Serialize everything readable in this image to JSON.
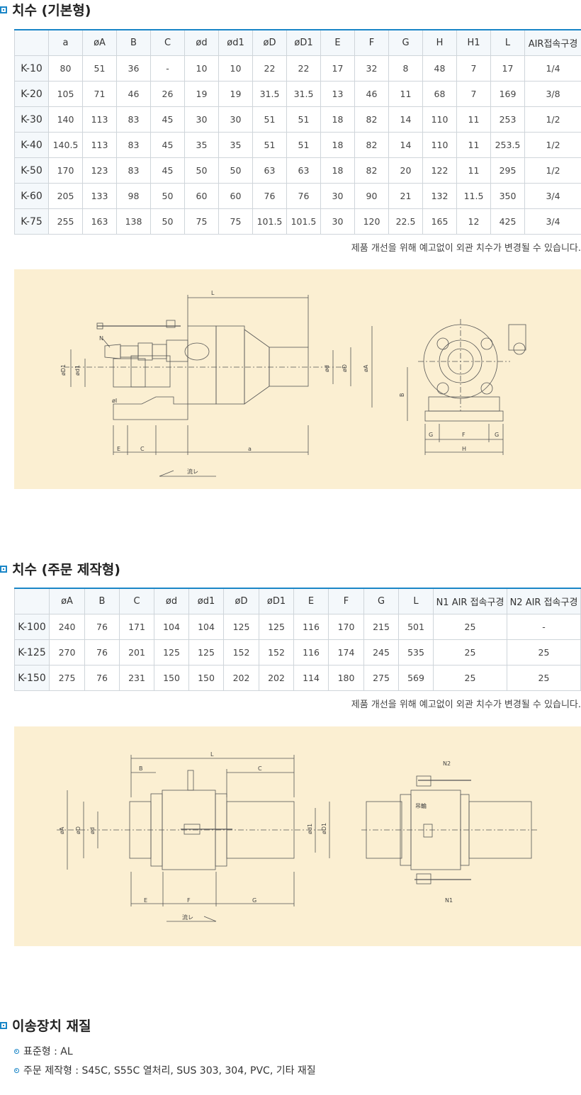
{
  "section1": {
    "title": "치수 (기본형)",
    "columns": [
      "",
      "a",
      "øA",
      "B",
      "C",
      "ød",
      "ød1",
      "øD",
      "øD1",
      "E",
      "F",
      "G",
      "H",
      "H1",
      "L",
      "AIR접속구경"
    ],
    "rows": [
      {
        "model": "K-10",
        "values": [
          "80",
          "51",
          "36",
          "-",
          "10",
          "10",
          "22",
          "22",
          "17",
          "32",
          "8",
          "48",
          "7",
          "17",
          "1/4"
        ]
      },
      {
        "model": "K-20",
        "values": [
          "105",
          "71",
          "46",
          "26",
          "19",
          "19",
          "31.5",
          "31.5",
          "13",
          "46",
          "11",
          "68",
          "7",
          "169",
          "3/8"
        ]
      },
      {
        "model": "K-30",
        "values": [
          "140",
          "113",
          "83",
          "45",
          "30",
          "30",
          "51",
          "51",
          "18",
          "82",
          "14",
          "110",
          "11",
          "253",
          "1/2"
        ]
      },
      {
        "model": "K-40",
        "values": [
          "140.5",
          "113",
          "83",
          "45",
          "35",
          "35",
          "51",
          "51",
          "18",
          "82",
          "14",
          "110",
          "11",
          "253.5",
          "1/2"
        ]
      },
      {
        "model": "K-50",
        "values": [
          "170",
          "123",
          "83",
          "45",
          "50",
          "50",
          "63",
          "63",
          "18",
          "82",
          "20",
          "122",
          "11",
          "295",
          "1/2"
        ]
      },
      {
        "model": "K-60",
        "values": [
          "205",
          "133",
          "98",
          "50",
          "60",
          "60",
          "76",
          "76",
          "30",
          "90",
          "21",
          "132",
          "11.5",
          "350",
          "3/4"
        ]
      },
      {
        "model": "K-75",
        "values": [
          "255",
          "163",
          "138",
          "50",
          "75",
          "75",
          "101.5",
          "101.5",
          "30",
          "120",
          "22.5",
          "165",
          "12",
          "425",
          "3/4"
        ]
      }
    ],
    "note": "제품 개선을 위해 예고없이 외관 치수가 변경될 수 있습니다.",
    "drawing_labels": {
      "L": "L",
      "N": "N",
      "phiD1": "øD1",
      "phid1": "ød1",
      "phid": "ød",
      "phiD": "øD",
      "phiA": "øA",
      "phiI": "øI",
      "E": "E",
      "C": "C",
      "a": "a",
      "flow": "流レ",
      "B": "B",
      "G": "G",
      "F": "F",
      "H": "H"
    }
  },
  "section2": {
    "title": "치수 (주문 제작형)",
    "columns": [
      "",
      "øA",
      "B",
      "C",
      "ød",
      "ød1",
      "øD",
      "øD1",
      "E",
      "F",
      "G",
      "L",
      "N1 AIR 접속구경",
      "N2 AIR 접속구경"
    ],
    "rows": [
      {
        "model": "K-100",
        "values": [
          "240",
          "76",
          "171",
          "104",
          "104",
          "125",
          "125",
          "116",
          "170",
          "215",
          "501",
          "25",
          "-"
        ]
      },
      {
        "model": "K-125",
        "values": [
          "270",
          "76",
          "201",
          "125",
          "125",
          "152",
          "152",
          "116",
          "174",
          "245",
          "535",
          "25",
          "25"
        ]
      },
      {
        "model": "K-150",
        "values": [
          "275",
          "76",
          "231",
          "150",
          "150",
          "202",
          "202",
          "114",
          "180",
          "275",
          "569",
          "25",
          "25"
        ]
      }
    ],
    "note": "제품 개선을 위해 예고없이 외관 치수가 변경될 수 있습니다.",
    "drawing_labels": {
      "L": "L",
      "B": "B",
      "C": "C",
      "phiA": "øA",
      "phiD": "øD",
      "phid": "ød",
      "phid1": "ød1",
      "phiD1": "øD1",
      "E": "E",
      "F": "F",
      "G": "G",
      "flow": "流レ",
      "N1": "N1",
      "N2": "N2",
      "lift": "吊輪"
    }
  },
  "section3": {
    "title": "이송장치 재질",
    "items": [
      "표준형 : AL",
      "주문 제작형 : S45C, S55C 열처리, SUS 303, 304, PVC, 기타 재질"
    ]
  }
}
